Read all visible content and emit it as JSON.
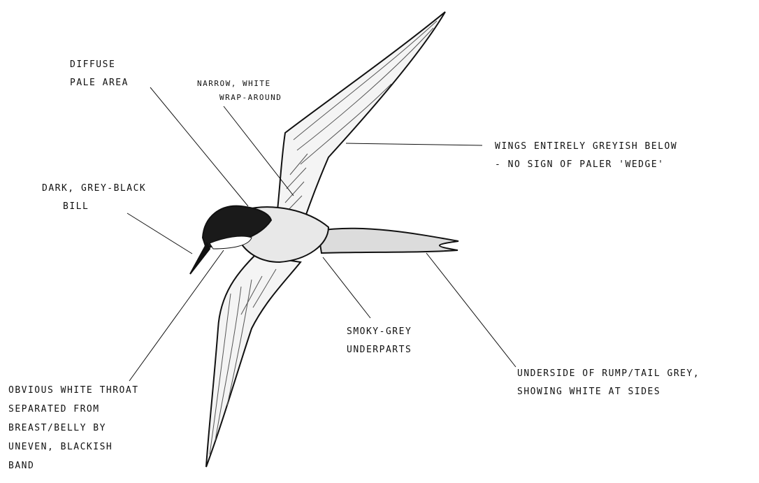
{
  "labels": {
    "diffuse": [
      "DIFFUSE",
      "PALE AREA"
    ],
    "narrow": [
      "NARROW, WHITE",
      "WRAP-AROUND"
    ],
    "wings": [
      "WINGS ENTIRELY GREYISH BELOW",
      "- NO SIGN OF PALER 'WEDGE'"
    ],
    "bill": [
      "DARK, GREY-BLACK",
      "BILL"
    ],
    "underparts": [
      "SMOKY-GREY",
      "UNDERPARTS"
    ],
    "rump": [
      "UNDERSIDE OF RUMP/TAIL GREY,",
      "SHOWING WHITE AT SIDES"
    ],
    "throat": [
      "OBVIOUS WHITE THROAT",
      "SEPARATED FROM",
      "BREAST/BELLY BY",
      "UNEVEN, BLACKISH",
      "BAND"
    ]
  },
  "colors": {
    "ink": "#111111",
    "paper": "#ffffff"
  }
}
